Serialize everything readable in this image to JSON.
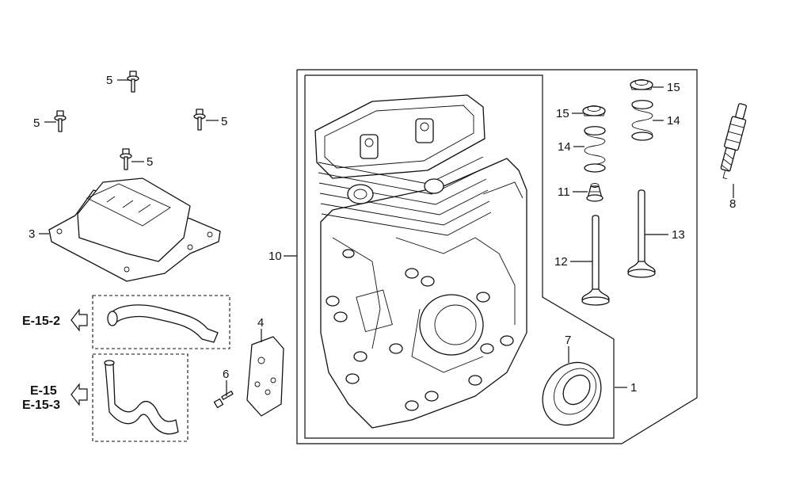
{
  "callouts": {
    "p1": "1",
    "p3": "3",
    "p4": "4",
    "p5a": "5",
    "p5b": "5",
    "p5c": "5",
    "p5d": "5",
    "p6": "6",
    "p7": "7",
    "p8": "8",
    "p10": "10",
    "p11": "11",
    "p12": "12",
    "p13": "13",
    "p14a": "14",
    "p14b": "14",
    "p15a": "15",
    "p15b": "15"
  },
  "refs": {
    "r1": "E-15-2",
    "r2a": "E-15",
    "r2b": "E-15-3"
  },
  "icons": [
    "bolt-icon",
    "arrow-left-icon",
    "spark-plug-icon",
    "valve-icon",
    "spring-icon"
  ],
  "colors": {
    "line": "#111111",
    "background": "#ffffff"
  }
}
